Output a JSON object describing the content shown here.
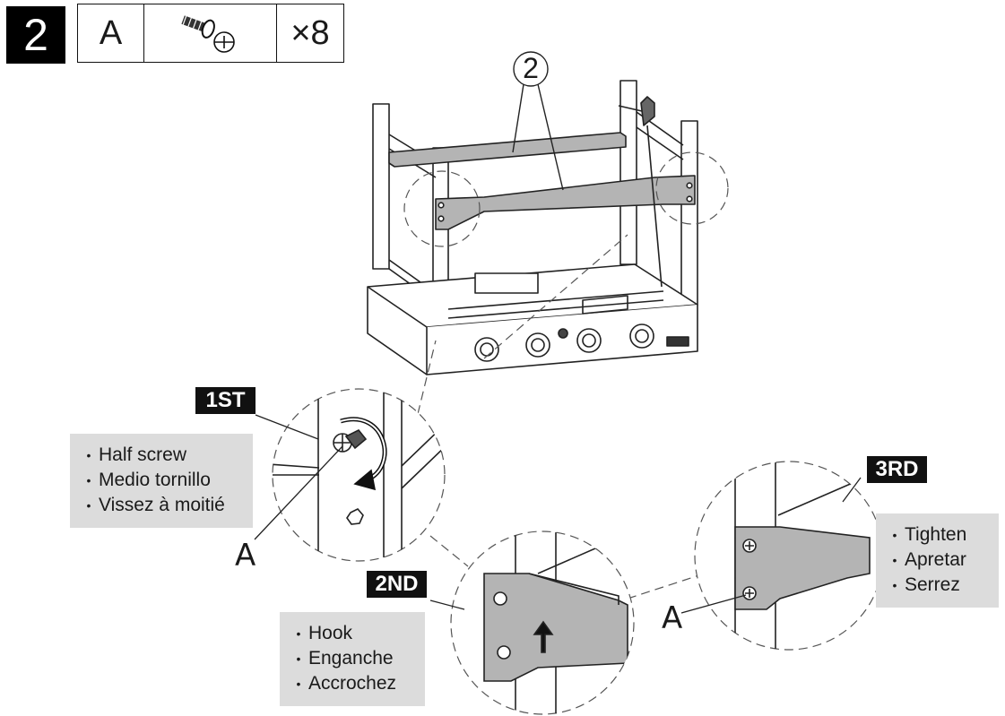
{
  "header": {
    "step_number": "2",
    "part_letter": "A",
    "part_icon": "screw-icon",
    "quantity": "×8"
  },
  "diagram": {
    "part_callout": "2",
    "screw_label_left": "A",
    "screw_label_right": "A"
  },
  "steps": {
    "first": {
      "tag": "1ST",
      "lines": [
        "Half screw",
        "Medio tornillo",
        "Vissez à moitié"
      ]
    },
    "second": {
      "tag": "2ND",
      "lines": [
        "Hook",
        "Enganche",
        "Accrochez"
      ]
    },
    "third": {
      "tag": "3RD",
      "lines": [
        "Tighten",
        "Apretar",
        "Serrez"
      ]
    }
  },
  "colors": {
    "tag_bg": "#111111",
    "note_bg": "#dcdcdc",
    "bracket_fill": "#b4b4b4"
  }
}
